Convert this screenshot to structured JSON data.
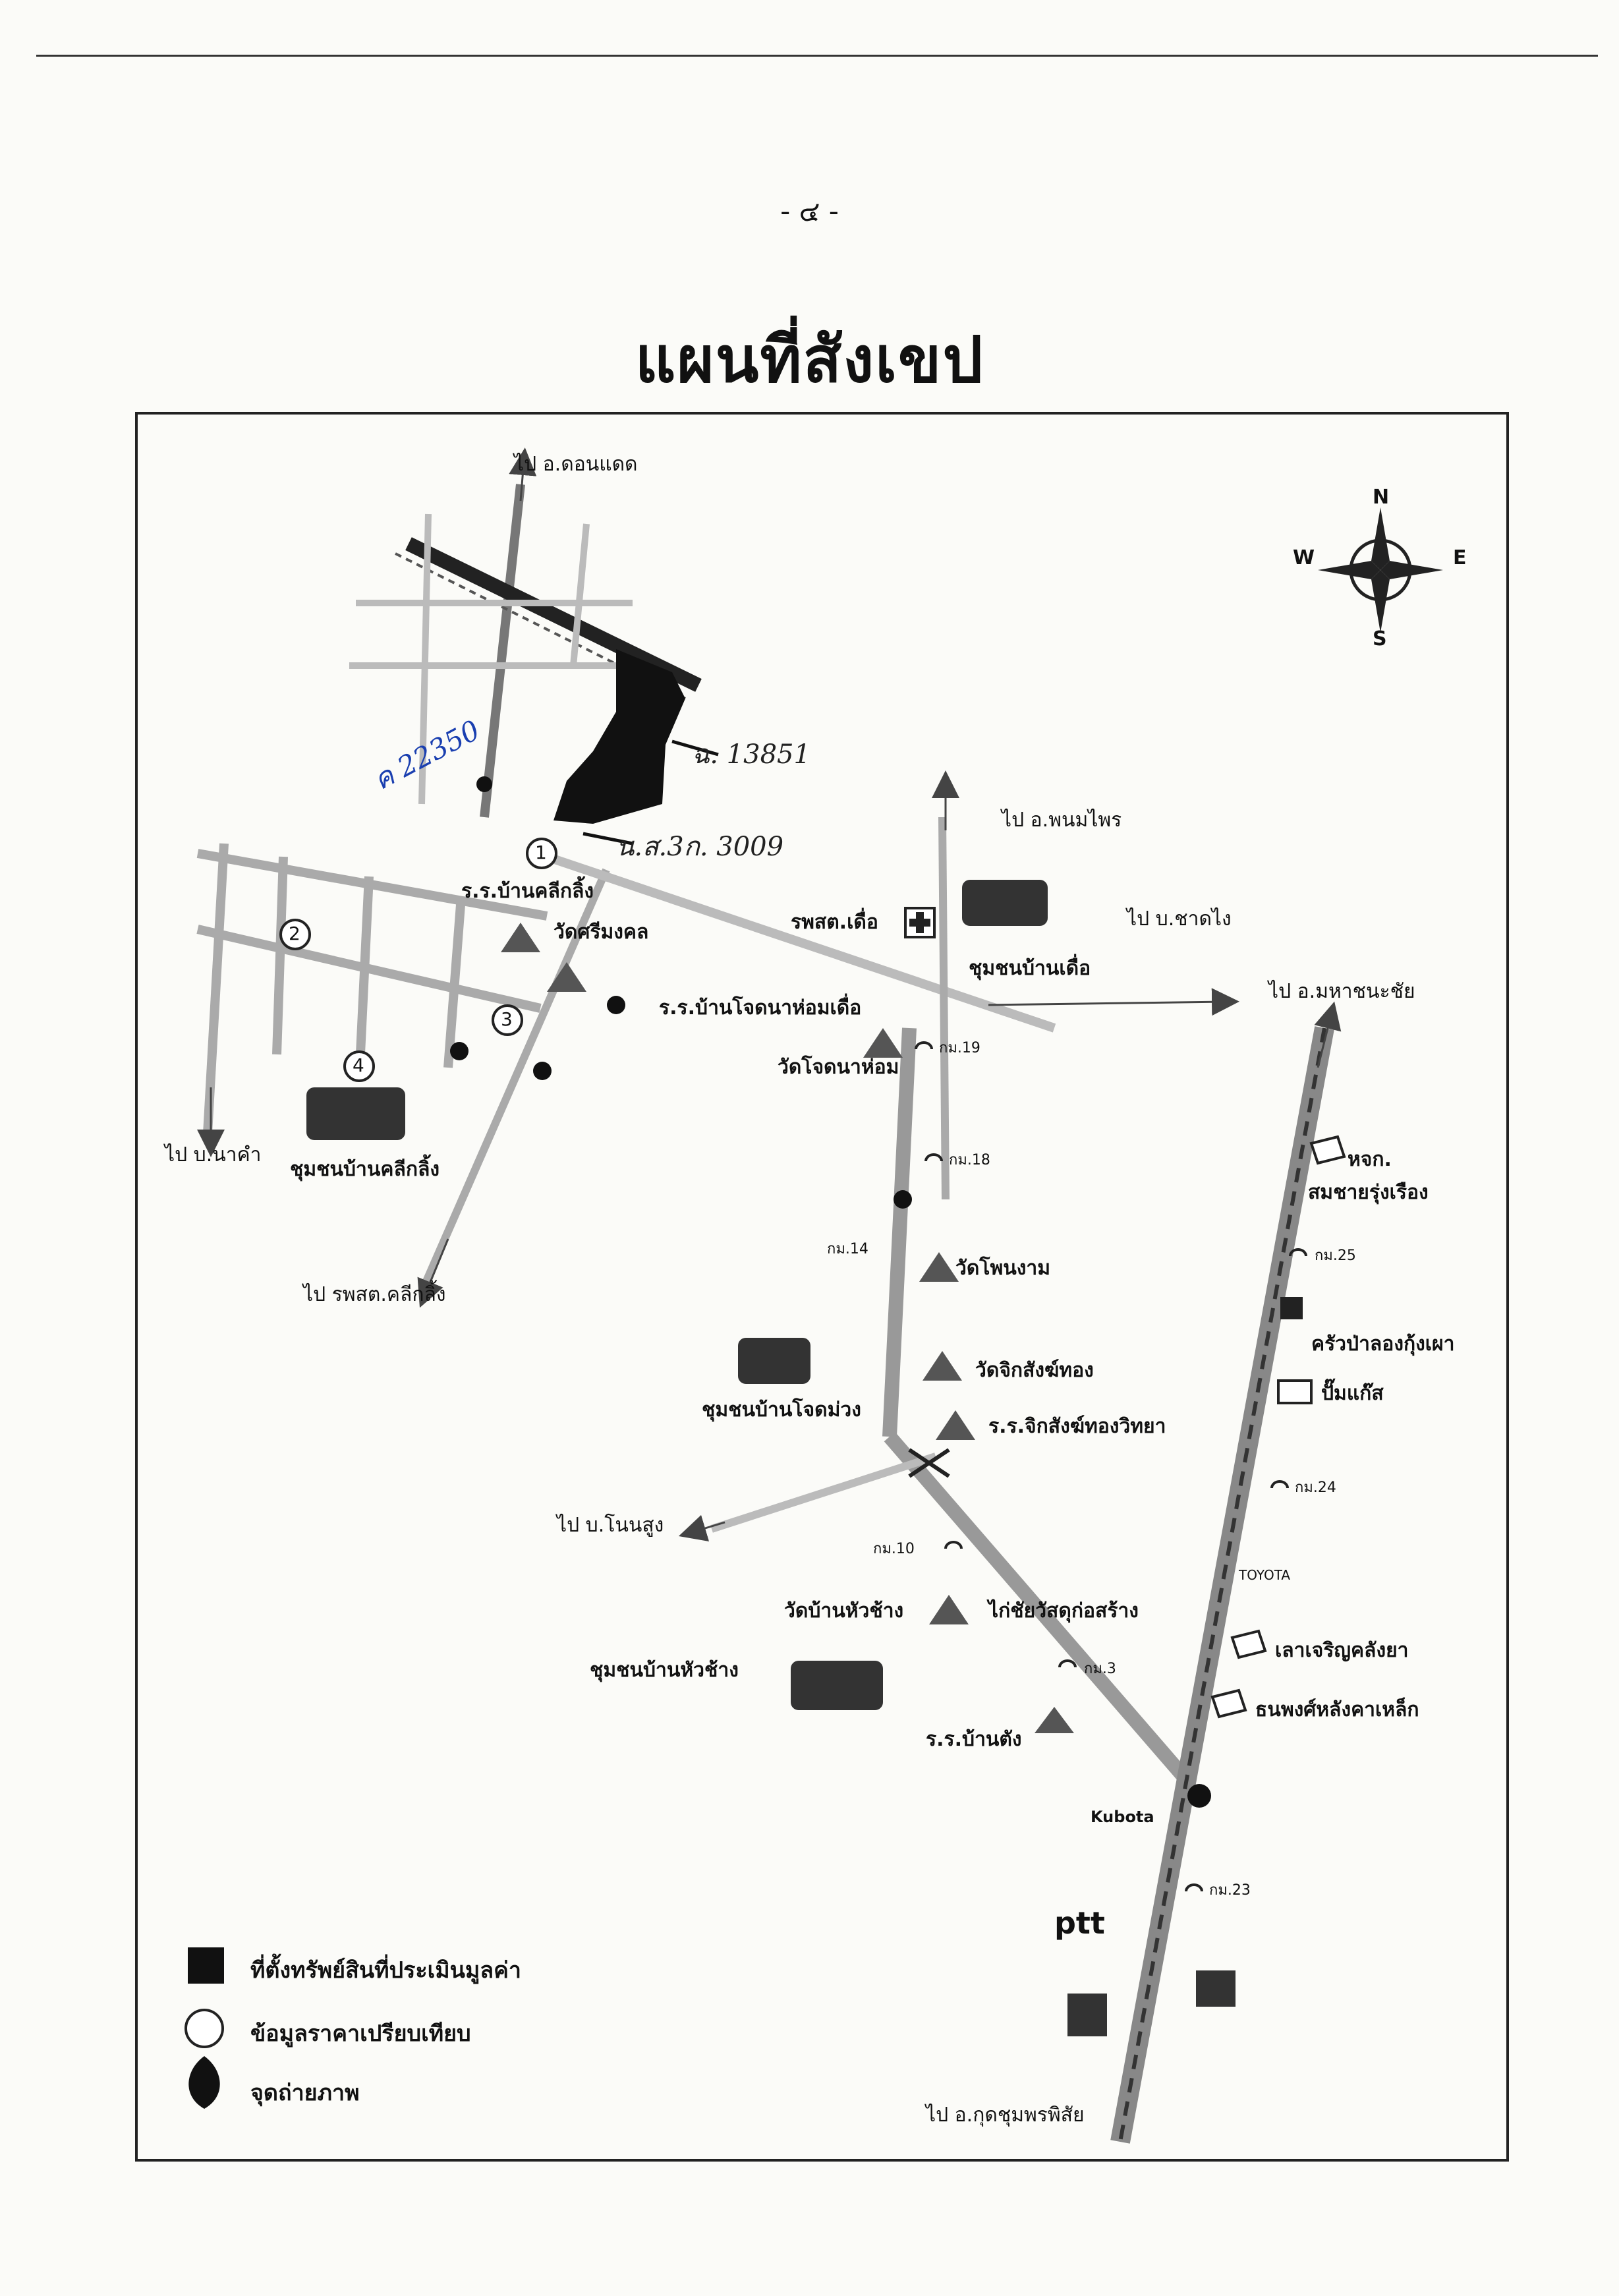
{
  "page_number": "- ๔ -",
  "title": "แผนที่สังเขป",
  "compass": {
    "north": "N",
    "south": "S",
    "east": "E",
    "west": "W"
  },
  "annotations": {
    "land_plot_1": "ฉ. 13851",
    "land_plot_2": "น.ส.3ก. 3009",
    "blue_note": "ค 22350"
  },
  "directions": {
    "to_khon_kaen": "ไป อ.ดอนแดด",
    "to_phanom_phrai": "ไป อ.พนมไพร",
    "to_chat_chai": "ไป บ.ชาดไง",
    "to_maha_chana_chai": "ไป อ.มหาชนะชัย",
    "to_na_kham": "ไป บ.นาคำ",
    "to_hospital_khlik": "ไป รพสต.คลีกลิ้ง",
    "to_non_sung": "ไป บ.โนนสูง",
    "to_kutchum": "ไป อ.กุดชุมพรพิสัย"
  },
  "places": {
    "school_khlik": "ร.ร.บ้านคลีกลิ้ง",
    "temple_sri_mongkhon": "วัดศรีมงคล",
    "hospital_duea": "รพสต.เดื่อ",
    "community_duea": "ชุมชนบ้านเดื่อ",
    "school_chotnahom": "ร.ร.บ้านโจดนาห่อมเดื่อ",
    "temple_chotnahom": "วัดโจดนาห่อม",
    "community_khlik": "ชุมชนบ้านคลีกลิ้ง",
    "temple_phon_ngam": "วัดโพนงาม",
    "temple_chik_sang_thong": "วัดจิกสังฆ์ทอง",
    "community_chot_muang": "ชุมชนบ้านโจดม่วง",
    "school_chik_sang_thong": "ร.ร.จิกสังฆ์ทองวิทยา",
    "temple_hua_chang": "วัดบ้านหัวช้าง",
    "chicken_shop": "ไก่ชัยวัสดุก่อสร้าง",
    "community_hua_chang": "ชุมชนบ้านหัวช้าง",
    "school_tang": "ร.ร.บ้านตัง",
    "shop_hokor": "หจก.",
    "shop_somchai": "สมชายรุ่งเรือง",
    "restaurant_pakong": "ครัวป่าลองกุ้งเผา",
    "gas_station": "ปั๊มแก๊ส",
    "shop_charoen": "เลาเจริญคลังยา",
    "shop_thanaphong": "ธนพงศ์หลังคาเหล็ก",
    "toyota": "TOYOTA",
    "kubota": "Kubota",
    "ptt": "ptt"
  },
  "kilometers": {
    "km19": "กม.19",
    "km18": "กม.18",
    "km14": "กม.14",
    "km10": "กม.10",
    "km3": "กม.3",
    "km25": "กม.25",
    "km24": "กม.24",
    "km23": "กม.23"
  },
  "markers": {
    "m1": "1",
    "m2": "2",
    "m3": "3",
    "m4": "4"
  },
  "legend": {
    "property": "ที่ตั้งทรัพย์สินที่ประเมินมูลค่า",
    "comparable": "ข้อมูลราคาเปรียบเทียบ",
    "photo_point": "จุดถ่ายภาพ"
  }
}
